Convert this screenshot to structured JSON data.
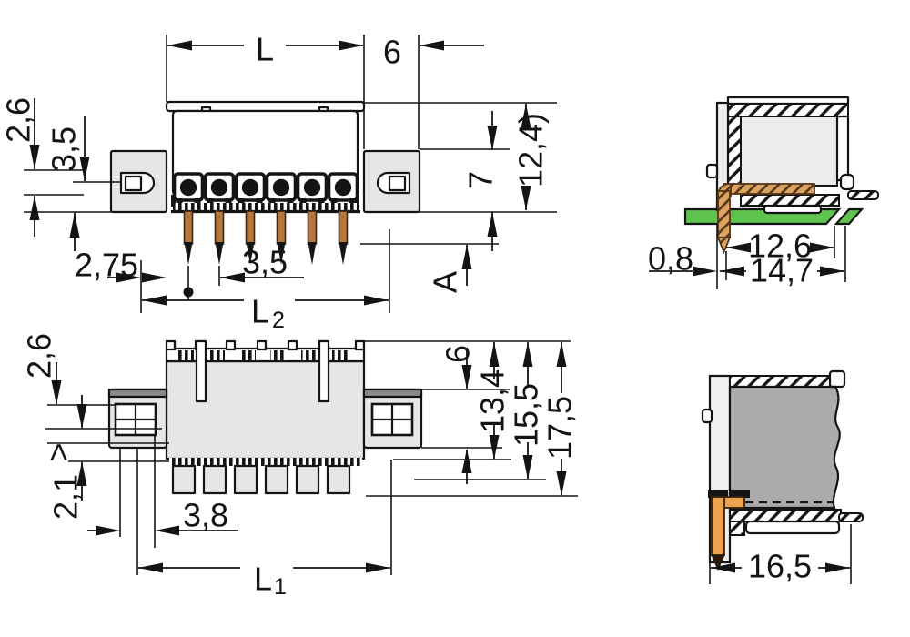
{
  "front_view": {
    "dim_width": "L",
    "dim_flange": "6",
    "dim_2_6": "2,6",
    "dim_3_5": "3,5",
    "dim_2_75": "2,75",
    "dim_pitch": "3,5",
    "dim_L2_main": "L",
    "dim_L2_sub": "2",
    "dim_7": "7",
    "dim_12_4": "12,4)",
    "dim_A": "A"
  },
  "side_view_top": {
    "dim_0_8": "0,8",
    "dim_12_6": "12,6",
    "dim_14_7": "14,7"
  },
  "plan_view": {
    "dim_2_6": "2,6",
    "dim_gt": ">",
    "dim_2_1": "2,1",
    "dim_3_8": "3,8",
    "dim_L1_main": "L",
    "dim_L1_sub": "1",
    "dim_6": "6",
    "dim_13_4": "13,4",
    "dim_15_5": "15,5",
    "dim_17_5": "17,5"
  },
  "side_view_bottom": {
    "dim_16_5": "16,5"
  },
  "colors": {
    "line": "#141414",
    "housing_light": "#e6e6e6",
    "flange_dark": "#8a8a8a",
    "plug_gray": "#ababab",
    "pcb_green": "#5ec44e",
    "copper": "#b5793f",
    "orange_pin": "#eda24e"
  }
}
